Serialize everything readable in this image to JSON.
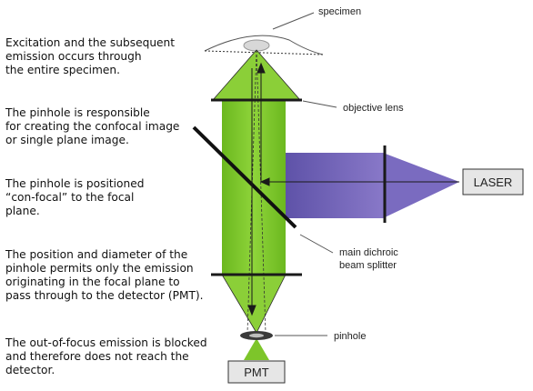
{
  "notes": [
    "Excitation and the subsequent\nemission occurs through\nthe entire specimen.",
    "The pinhole is responsible\nfor creating the confocal image\nor single plane image.",
    "The pinhole is positioned\n“con-focal” to the focal\nplane.",
    "The position and diameter of the\npinhole permits only the emission\noriginating in the focal plane to\npass through to the detector (PMT).",
    "The out-of-focus emission is blocked\nand therefore does not reach the\ndetector."
  ],
  "labels": {
    "specimen": "specimen",
    "objective_lens": "objective lens",
    "beam_splitter_1": "main dichroic",
    "beam_splitter_2": "beam splitter",
    "pinhole": "pinhole",
    "laser": "LASER",
    "pmt": "PMT"
  },
  "colors": {
    "emission_green": "#7dc52a",
    "laser_purple": "#6a5bb0",
    "outline": "#1a1a1a",
    "box_fill": "#e6e6e6"
  }
}
